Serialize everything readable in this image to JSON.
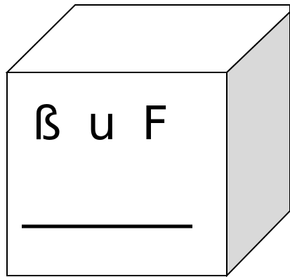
{
  "face_text": [
    "ß",
    "u",
    "F"
  ],
  "colors": {
    "background": "#ffffff",
    "stroke": "#000000",
    "front_face": "#ffffff",
    "top_face": "#ffffff",
    "side_face": "#d9d9d9",
    "text": "#000000",
    "underline": "#000000"
  }
}
